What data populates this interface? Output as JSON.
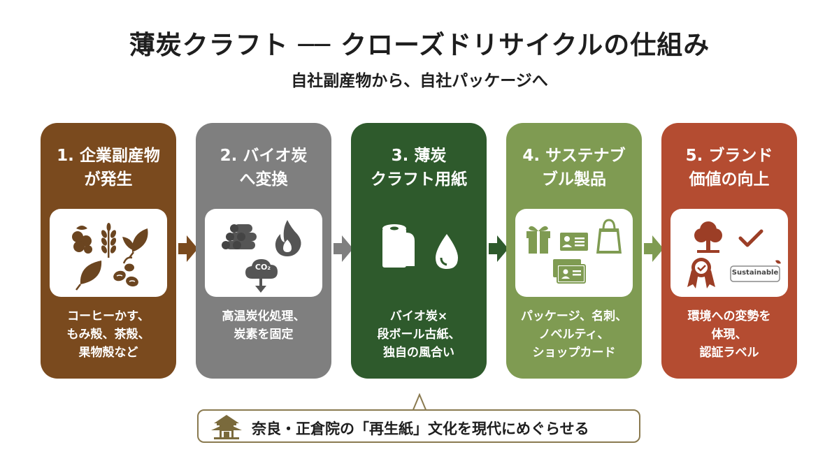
{
  "title": "薄炭クラフト ── クローズドリサイクルの仕組み",
  "subtitle": "自社副産物から、自社パッケージへ",
  "steps": [
    {
      "title_lines": [
        "1. 企業副産物",
        "が発生"
      ],
      "desc_lines": [
        "コーヒーかす、",
        "もみ殻、茶殻、",
        "果物殻など"
      ],
      "color": "#7a4a1e"
    },
    {
      "title_lines": [
        "2. バイオ炭",
        "へ変換"
      ],
      "desc_lines": [
        "高温炭化処理、",
        "炭素を固定"
      ],
      "co2_label": "CO₂",
      "color": "#7f7f7f"
    },
    {
      "title_lines": [
        "3. 薄炭",
        "クラフト用紙"
      ],
      "desc_lines": [
        "バイオ炭×",
        "段ボール古紙、",
        "独自の風合い"
      ],
      "color": "#2e5a2c"
    },
    {
      "title_lines": [
        "4. サステナブ",
        "ブル製品"
      ],
      "desc_lines": [
        "パッケージ、名刺、",
        "ノベルティ、",
        "ショップカード"
      ],
      "color": "#7f9b52"
    },
    {
      "title_lines": [
        "5. ブランド",
        "価値の向上"
      ],
      "desc_lines": [
        "環境への変勢を",
        "体現、",
        "認証ラベル"
      ],
      "sustainable_label": "Sustainable",
      "color": "#b44c31"
    }
  ],
  "footer_note": "奈良・正倉院の「再生紙」文化を現代にめぐらせる",
  "icons": {
    "step1": [
      "coffee-cherry-icon",
      "wheat-icon",
      "tea-leaf-icon",
      "leaf-icon",
      "beans-icon"
    ],
    "step2": [
      "logs-icon",
      "flame-icon",
      "co2-cloud-icon"
    ],
    "step3": [
      "paper-roll-icon",
      "water-drop-icon"
    ],
    "step4": [
      "gift-box-icon",
      "business-card-icon",
      "shopping-bag-icon",
      "stacked-cards-icon"
    ],
    "step5": [
      "tree-icon",
      "checkmark-icon",
      "award-ribbon-icon",
      "sustainable-label-icon"
    ],
    "footer": "temple-icon"
  }
}
